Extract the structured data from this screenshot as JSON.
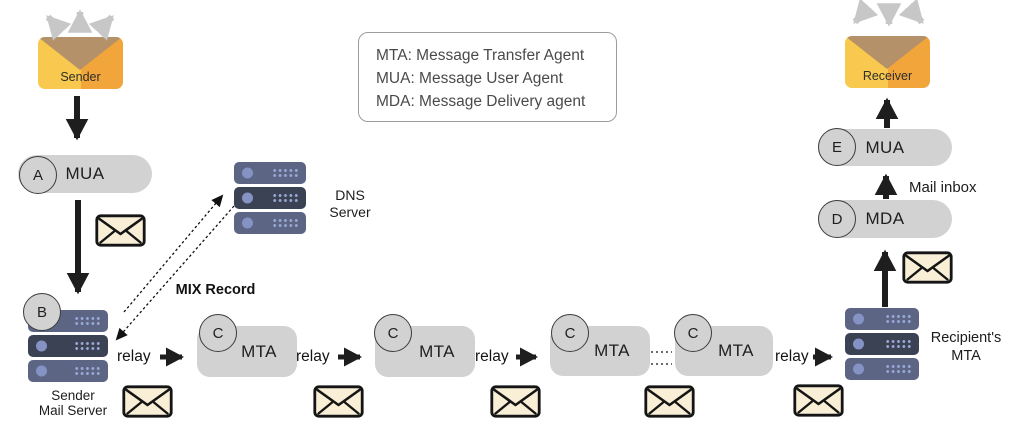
{
  "legend": {
    "lines": [
      "MTA: Message Transfer Agent",
      "MUA: Message User Agent",
      "MDA: Message Delivery agent"
    ]
  },
  "labels": {
    "relay": "relay",
    "mix_record": "MIX Record",
    "mail_inbox": "Mail inbox"
  },
  "sender": {
    "envelope_label": "Sender",
    "mua": {
      "badge": "A",
      "label": "MUA"
    },
    "mail_server": {
      "badge": "B",
      "name_line1": "Sender",
      "name_line2": "Mail Server"
    }
  },
  "dns_server": {
    "name_line1": "DNS",
    "name_line2": "Server"
  },
  "mta_chain": {
    "nodes": [
      {
        "badge": "C",
        "label": "MTA"
      },
      {
        "badge": "C",
        "label": "MTA"
      },
      {
        "badge": "C",
        "label": "MTA"
      },
      {
        "badge": "C",
        "label": "MTA"
      }
    ]
  },
  "receiver": {
    "envelope_label": "Receiver",
    "mta_server": {
      "name_line1": "Recipient's",
      "name_line2": "MTA"
    },
    "mda": {
      "badge": "D",
      "label": "MDA"
    },
    "mua": {
      "badge": "E",
      "label": "MUA"
    }
  },
  "colors": {
    "pill_gray": "#d2d2d2",
    "server_blue": "#5d6585",
    "server_dark": "#3a4254",
    "message_fill": "#f8efd6",
    "envelope_yellow": "#f8c94e",
    "envelope_orange": "#f2a53b",
    "envelope_flap": "#b5916a",
    "arrow_black": "#1e1e1e",
    "arrow_gray": "#c7c7c7"
  }
}
